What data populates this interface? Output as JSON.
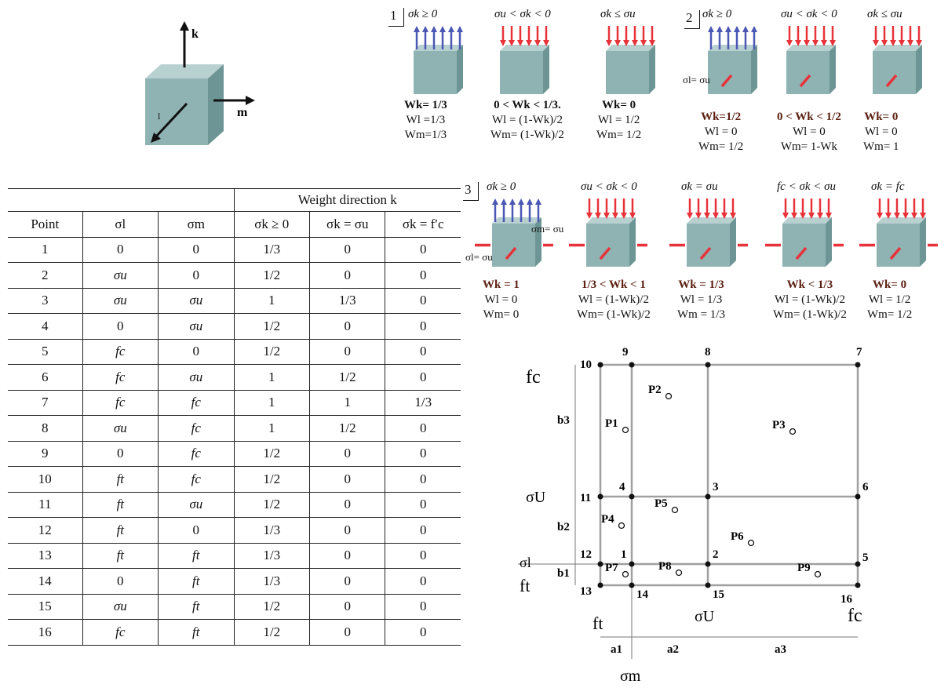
{
  "axes_figure": {
    "k_label": "k",
    "l_label": "l",
    "m_label": "m"
  },
  "table": {
    "group_header": "Weight direction k",
    "columns": [
      "Point",
      "σl",
      "σm",
      "σk ≥ 0",
      "σk = σu",
      "σk = f′c"
    ],
    "rows": [
      [
        "1",
        "0",
        "0",
        "1/3",
        "0",
        "0"
      ],
      [
        "2",
        "σu",
        "0",
        "1/2",
        "0",
        "0"
      ],
      [
        "3",
        "σu",
        "σu",
        "1",
        "1/3",
        "0"
      ],
      [
        "4",
        "0",
        "σu",
        "1/2",
        "0",
        "0"
      ],
      [
        "5",
        "fc",
        "0",
        "1/2",
        "0",
        "0"
      ],
      [
        "6",
        "fc",
        "σu",
        "1",
        "1/2",
        "0"
      ],
      [
        "7",
        "fc",
        "fc",
        "1",
        "1",
        "1/3"
      ],
      [
        "8",
        "σu",
        "fc",
        "1",
        "1/2",
        "0"
      ],
      [
        "9",
        "0",
        "fc",
        "1/2",
        "0",
        "0"
      ],
      [
        "10",
        "ft",
        "fc",
        "1/2",
        "0",
        "0"
      ],
      [
        "11",
        "ft",
        "σu",
        "1/2",
        "0",
        "0"
      ],
      [
        "12",
        "ft",
        "0",
        "1/3",
        "0",
        "0"
      ],
      [
        "13",
        "ft",
        "ft",
        "1/3",
        "0",
        "0"
      ],
      [
        "14",
        "0",
        "ft",
        "1/3",
        "0",
        "0"
      ],
      [
        "15",
        "σu",
        "ft",
        "1/2",
        "0",
        "0"
      ],
      [
        "16",
        "fc",
        "ft",
        "1/2",
        "0",
        "0"
      ]
    ]
  },
  "panels": [
    {
      "label": "1",
      "cases": [
        {
          "condition": "σk ≥ 0",
          "wk": "Wk= 1/3",
          "wl": "Wl =1/3",
          "wm": "Wm=1/3"
        },
        {
          "condition": "σu < σk < 0",
          "wk": "0 < Wk < 1/3.",
          "wl": "Wl = (1-Wk)/2",
          "wm": "Wm= (1-Wk)/2"
        },
        {
          "condition": "σk ≤ σu",
          "wk": "Wk= 0",
          "wl": "Wl = 1/2",
          "wm": "Wm= 1/2"
        }
      ]
    },
    {
      "label": "2",
      "side_label": "σl= σu",
      "cases": [
        {
          "condition": "σk ≥ 0",
          "wk": "Wk=1/2",
          "wl": "Wl = 0",
          "wm": "Wm= 1/2"
        },
        {
          "condition": "σu < σk < 0",
          "wk": "0 < Wk < 1/2",
          "wl": "Wl = 0",
          "wm": "Wm= 1-Wk"
        },
        {
          "condition": "σk ≤ σu",
          "wk": "Wk= 0",
          "wl": "Wl = 0",
          "wm": "Wm= 1"
        }
      ]
    },
    {
      "label": "3",
      "side_label_m": "σm= σu",
      "side_label_l": "σl= σu",
      "cases": [
        {
          "condition": "σk ≥ 0",
          "wk": "Wk = 1",
          "wl": "Wl = 0",
          "wm": "Wm= 0"
        },
        {
          "condition": "σu < σk < 0",
          "wk": "1/3 < Wk < 1",
          "wl": "Wl = (1-Wk)/2",
          "wm": "Wm= (1-Wk)/2"
        },
        {
          "condition": "σk = σu",
          "wk": "Wk = 1/3",
          "wl": "Wl = 1/3",
          "wm": "Wm = 1/3"
        },
        {
          "condition": "fc < σk < σu",
          "wk": "Wk < 1/3",
          "wl": "Wl = (1-Wk)/2",
          "wm": "Wm= (1-Wk)/2"
        },
        {
          "condition": "σk = fc",
          "wk": "Wk= 0",
          "wl": "Wl = 1/2",
          "wm": "Wm= 1/2"
        }
      ]
    }
  ],
  "grid": {
    "node_labels": [
      "1",
      "2",
      "3",
      "4",
      "5",
      "6",
      "7",
      "8",
      "9",
      "10",
      "11",
      "12",
      "13",
      "14",
      "15",
      "16"
    ],
    "region_labels": [
      "P1",
      "P2",
      "P3",
      "P4",
      "P5",
      "P6",
      "P7",
      "P8",
      "P9"
    ],
    "y_axis_labels": [
      "fc",
      "σU",
      "σl",
      "ft"
    ],
    "x_axis_labels": [
      "ft",
      "σU",
      "fc"
    ],
    "y_span_labels": [
      "b3",
      "b2",
      "b1"
    ],
    "x_span_labels": [
      "a1",
      "a2",
      "a3"
    ],
    "m_axis_label": "σm"
  },
  "colors": {
    "cube_face": "#8fb3b3",
    "cube_top": "#b8d0d0",
    "cube_side": "#6e9595",
    "tension_arrow": "#4a57b5",
    "compression_arrow": "#e8323a",
    "grid_line": "#a0a0a0"
  }
}
